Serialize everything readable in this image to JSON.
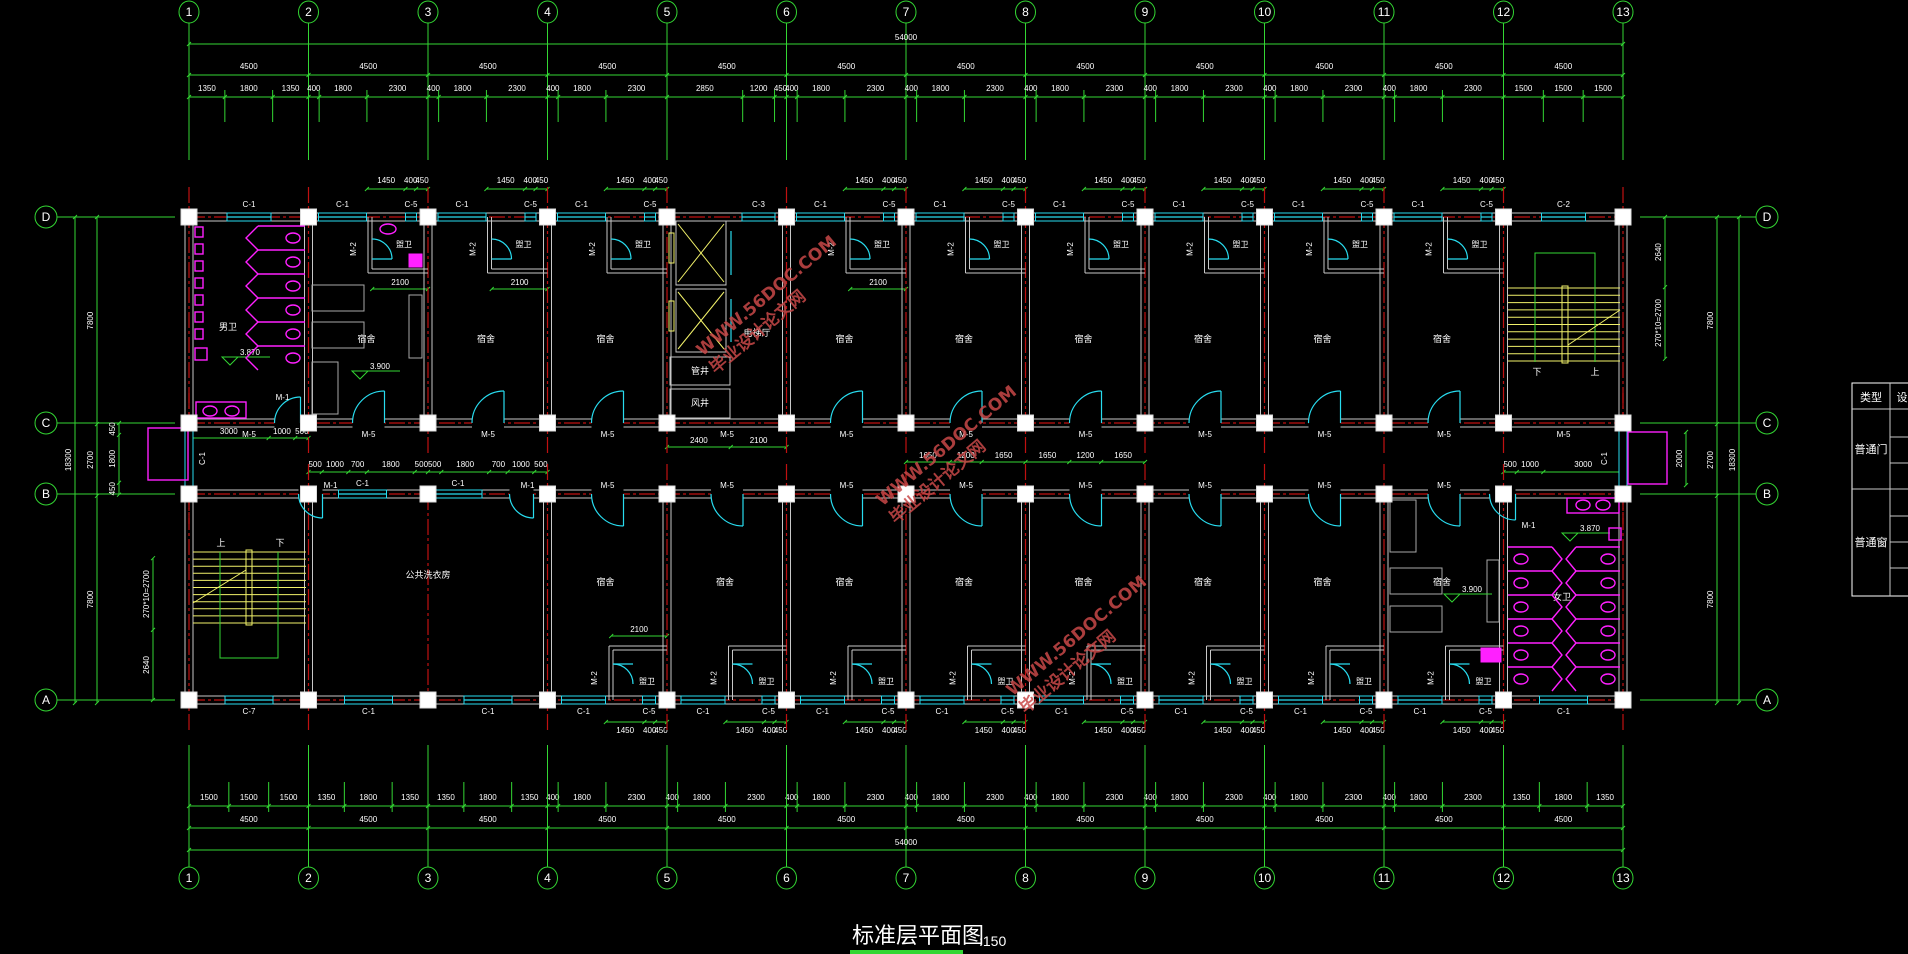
{
  "title": "标准层平面图",
  "scale": ":150",
  "axes": {
    "columns": [
      "1",
      "2",
      "3",
      "4",
      "5",
      "6",
      "7",
      "8",
      "9",
      "10",
      "11",
      "12",
      "13"
    ],
    "rows": [
      "D",
      "C",
      "B",
      "A"
    ]
  },
  "dims": {
    "total": 54000,
    "bays": [
      4500,
      4500,
      4500,
      4500,
      4500,
      4500,
      4500,
      4500,
      4500,
      4500,
      4500,
      4500
    ],
    "top_detail": [
      1350,
      1800,
      1350,
      400,
      1800,
      2300,
      400,
      1800,
      2300,
      400,
      1800,
      2300,
      2850,
      1200,
      450,
      400,
      1800,
      2300,
      400,
      1800,
      2300,
      400,
      1800,
      2300,
      400,
      1800,
      2300,
      400,
      1800,
      2300,
      400,
      1800,
      2300,
      1500,
      1500,
      1500
    ],
    "bottom_detail": [
      1500,
      1500,
      1500,
      1350,
      1800,
      1350,
      1350,
      1800,
      1350,
      400,
      1800,
      2300,
      400,
      1800,
      2300,
      400,
      1800,
      2300,
      400,
      1800,
      2300,
      400,
      1800,
      2300,
      400,
      1800,
      2300,
      400,
      1800,
      2300,
      400,
      1800,
      2300,
      1350,
      1800,
      1350
    ],
    "side_total": [
      18300
    ],
    "side_rows": [
      7800,
      2700,
      7800
    ],
    "left_corridor": [
      450,
      1800,
      450
    ],
    "stair_left": [
      2700,
      2640
    ],
    "stair_left_labels": [
      "270*10=2700",
      "2640"
    ],
    "stair_right": [
      2640,
      2700
    ],
    "stair_right_labels": [
      "2640",
      "270*10=2700"
    ],
    "right_corridor_window": [
      2000
    ],
    "bath_top": [
      1450,
      400,
      450
    ],
    "bath_width": [
      2100
    ],
    "corridor_left": [
      3000,
      1000,
      500
    ],
    "laundry": [
      500,
      1000,
      700,
      1800,
      500,
      500,
      1800,
      700,
      1000,
      500
    ],
    "elevator_hall": [
      2400,
      2100
    ],
    "corridor_mid": [
      1650,
      1200,
      1650,
      1650,
      1200,
      1650
    ],
    "corridor_right": [
      500,
      1000,
      3000
    ]
  },
  "rooms": {
    "dorm": "宿舍",
    "bath": "盥卫",
    "male_wc": "男卫",
    "female_wc": "女卫",
    "laundry": "公共洗衣房",
    "elevator_hall": "电梯厅",
    "pipe_shaft": "管井",
    "air_shaft": "风井",
    "up": "上",
    "down": "下"
  },
  "top_dorm_bays": [
    2,
    3,
    4,
    6,
    7,
    8,
    9,
    10,
    11
  ],
  "bottom_dorm_bays": [
    4,
    5,
    6,
    7,
    8,
    9,
    10,
    11
  ],
  "bath_width_dim_bays_top": [
    2,
    3,
    6
  ],
  "bath_width_dim_bays_bottom": [
    4
  ],
  "windows": {
    "top": [
      [
        "C-1"
      ],
      [
        "C-1",
        "C-5"
      ],
      [
        "C-1",
        "C-5"
      ],
      [
        "C-1",
        "C-5"
      ],
      [
        "C-3"
      ],
      [
        "C-1",
        "C-5"
      ],
      [
        "C-1",
        "C-5"
      ],
      [
        "C-1",
        "C-5"
      ],
      [
        "C-1",
        "C-5"
      ],
      [
        "C-1",
        "C-5"
      ],
      [
        "C-1",
        "C-5"
      ],
      [
        "C-2"
      ]
    ],
    "bottom": [
      [
        "C-7"
      ],
      [
        "C-1"
      ],
      [
        "C-1"
      ],
      [
        "C-1",
        "C-5"
      ],
      [
        "C-1",
        "C-5"
      ],
      [
        "C-1",
        "C-5"
      ],
      [
        "C-1",
        "C-5"
      ],
      [
        "C-1",
        "C-5"
      ],
      [
        "C-1",
        "C-5"
      ],
      [
        "C-1",
        "C-5"
      ],
      [
        "C-1",
        "C-5"
      ],
      [
        "C-1"
      ]
    ],
    "corridor_ends": "C-1",
    "laundry": "C-1"
  },
  "doors": {
    "corridor": "M-5",
    "bath": "M-2",
    "wc": "M-1"
  },
  "elevations": {
    "wc": "3.870",
    "dorm": "3.900"
  },
  "watermark": {
    "cn": "毕业设计论文网",
    "en": "WWW.56DOC.COM"
  },
  "legend_table": {
    "headers": [
      "类型",
      "设"
    ],
    "rows": [
      "普通门",
      "普通窗"
    ]
  },
  "colors": {
    "dimension": "#33d633",
    "wall": "#c8c8c8",
    "axis_line": "#c01010",
    "window": "#28dcef",
    "fixture": "#ff20ff",
    "stair": "#f2f26a",
    "watermark": "#c84848"
  }
}
